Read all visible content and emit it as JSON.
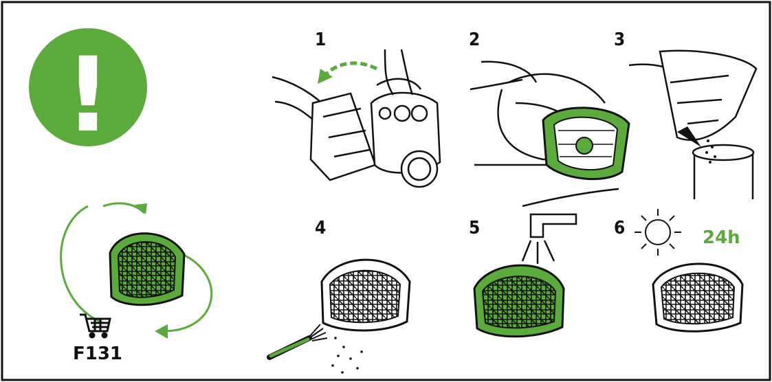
{
  "colors": {
    "accent": "#5aaa3c",
    "ink": "#111111",
    "background": "#ffffff"
  },
  "warning": {
    "symbol": "!",
    "icon": "exclamation-icon"
  },
  "cycle": {
    "icon": "rotate-arrows-icon"
  },
  "cart": {
    "icon": "shopping-cart-icon",
    "part_code": "F131"
  },
  "steps": [
    {
      "number": "1"
    },
    {
      "number": "2"
    },
    {
      "number": "3"
    },
    {
      "number": "4"
    },
    {
      "number": "5"
    },
    {
      "number": "6",
      "drying_time": "24h"
    }
  ]
}
